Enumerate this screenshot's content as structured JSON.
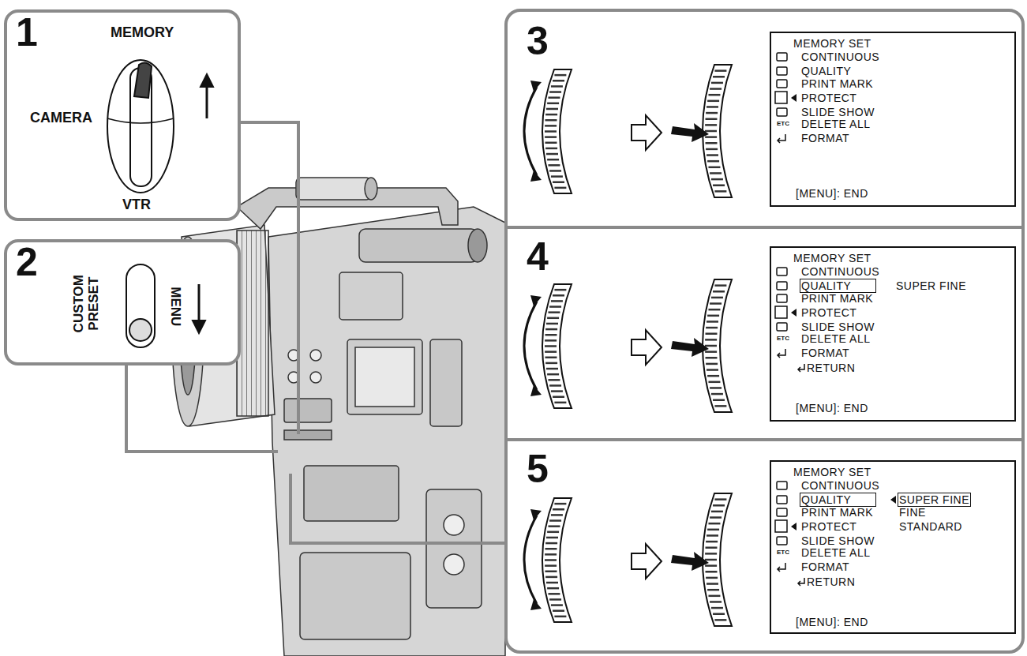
{
  "diagram": {
    "nodes": [
      {
        "text": [
          "1",
          "MEMORY",
          "CAMERA",
          "VTR"
        ]
      },
      {
        "text": [
          "2",
          "CUSTOM PRESET",
          "MENU"
        ]
      },
      {
        "text": [
          "3"
        ]
      },
      {
        "text": [
          "MEMORY SET",
          "CONTINUOUS",
          "QUALITY",
          "PRINT MARK",
          "PROTECT",
          "SLIDE SHOW",
          "ETC",
          "DELETE ALL",
          "FORMAT",
          "[MENU]: END"
        ],
        "in": 2
      },
      {
        "text": [
          "4"
        ]
      },
      {
        "text": [
          "MEMORY SET",
          "CONTINUOUS",
          "QUALITY",
          "SUPER FINE",
          "PRINT MARK",
          "PROTECT",
          "SLIDE SHOW",
          "ETC",
          "DELETE ALL",
          "FORMAT",
          "RETURN",
          "[MENU]: END"
        ],
        "in": 4
      },
      {
        "text": [
          "5"
        ]
      },
      {
        "text": [
          "MEMORY SET",
          "CONTINUOUS",
          "QUALITY",
          "SUPER FINE",
          "PRINT MARK",
          "FINE",
          "PROTECT",
          "STANDARD",
          "SLIDE SHOW",
          "ETC",
          "DELETE ALL",
          "FORMAT",
          "RETURN",
          "[MENU]: END"
        ],
        "in": 6
      }
    ]
  }
}
